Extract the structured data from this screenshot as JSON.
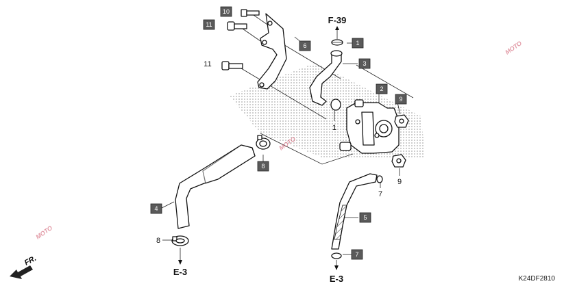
{
  "diagram": {
    "code": "K24DF2810",
    "refs": {
      "f39": "F-39",
      "e3_left": "E-3",
      "e3_right": "E-3"
    },
    "direction": "FR.",
    "watermark": "MOTO",
    "callouts": [
      {
        "num": "10",
        "boxed": true
      },
      {
        "num": "11",
        "boxed": true
      },
      {
        "num": "11",
        "boxed": false
      },
      {
        "num": "6",
        "boxed": true
      },
      {
        "num": "1",
        "boxed": true
      },
      {
        "num": "3",
        "boxed": true
      },
      {
        "num": "2",
        "boxed": true
      },
      {
        "num": "9",
        "boxed": true
      },
      {
        "num": "1",
        "boxed": false
      },
      {
        "num": "8",
        "boxed": true
      },
      {
        "num": "9",
        "boxed": false
      },
      {
        "num": "7",
        "boxed": false
      },
      {
        "num": "4",
        "boxed": true
      },
      {
        "num": "5",
        "boxed": true
      },
      {
        "num": "8",
        "boxed": false
      },
      {
        "num": "7",
        "boxed": true
      }
    ]
  }
}
